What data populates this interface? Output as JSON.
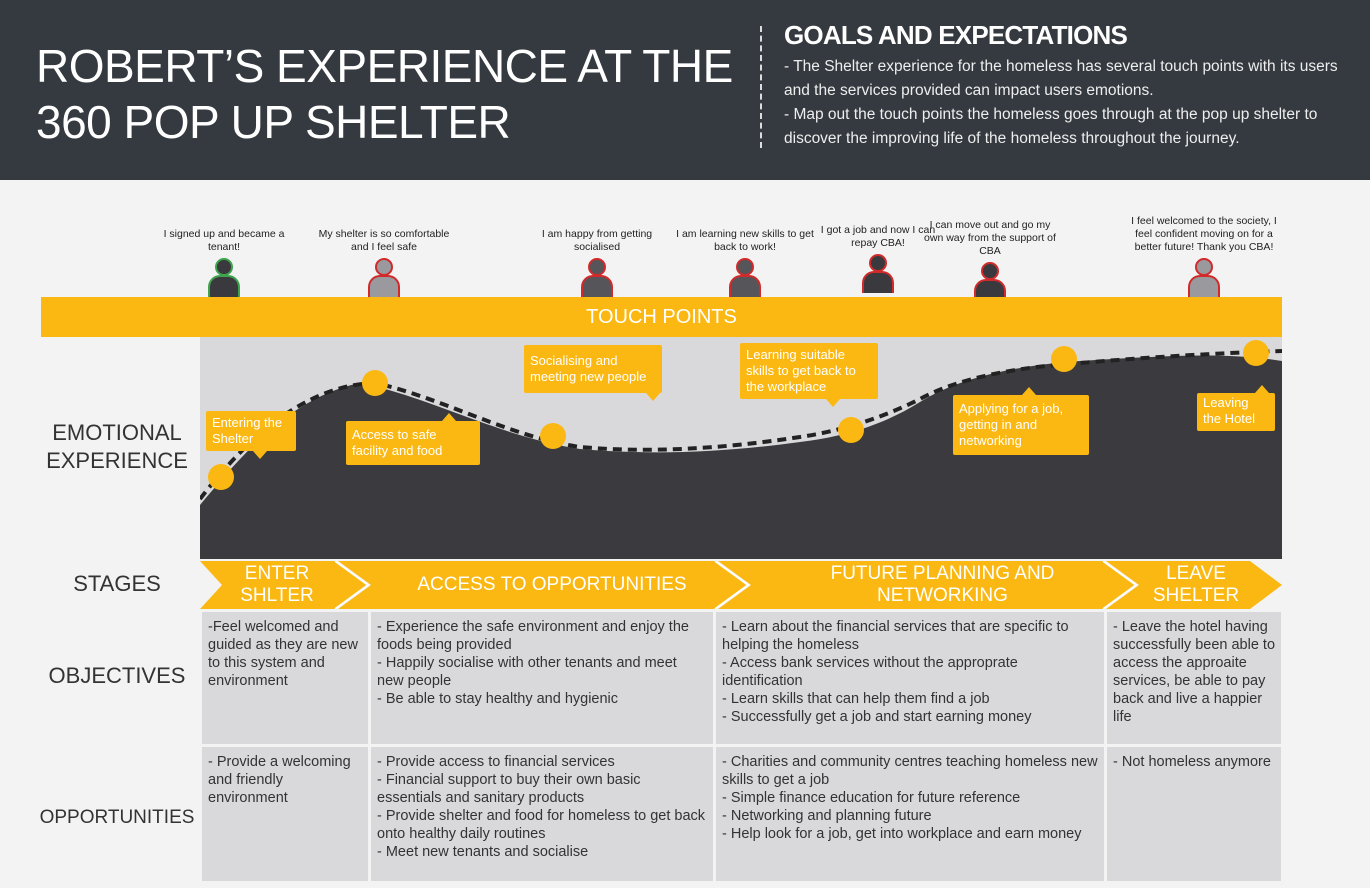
{
  "header": {
    "title": "ROBERT’S EXPERIENCE AT THE 360 POP UP SHELTER",
    "goals_title": "GOALS AND EXPECTATIONS",
    "goals_body": "- The Shelter experience for the homeless has several touch points with its users and the services provided can impact users emotions.\n- Map out the touch points the homeless goes through at the pop up shelter to discover the improving life of the homeless throughout the journey."
  },
  "personas": [
    {
      "quote": "I signed up and became a tenant!",
      "color": "#3a3a3e",
      "outline": "#3fa34d"
    },
    {
      "quote": "My shelter is so comfortable and I feel safe",
      "color": "#9a9a9e",
      "outline": "#d02a2a"
    },
    {
      "quote": "I am happy from getting socialised",
      "color": "#55555a",
      "outline": "#d02a2a"
    },
    {
      "quote": "I am learning new skills to get back to work!",
      "color": "#55555a",
      "outline": "#d02a2a"
    },
    {
      "quote": "I got a job and now I can repay CBA!",
      "color": "#3a3a3e",
      "outline": "#d02a2a"
    },
    {
      "quote": "I can move out and go my own way from the support of CBA",
      "color": "#3a3a3e",
      "outline": "#d02a2a"
    },
    {
      "quote": "I feel welcomed to the society, I feel confident moving on for a better future! Thank you CBA!",
      "color": "#9a9a9e",
      "outline": "#d02a2a"
    }
  ],
  "touch_points_label": "TOUCH POINTS",
  "row_labels": {
    "emotional": "EMOTIONAL EXPERIENCE",
    "stages": "STAGES",
    "objectives": "OBJECTIVES",
    "opportunities": "OPPORTUNITIES"
  },
  "touch_points": [
    "Entering the Shelter",
    "Access to safe facility and food",
    "Socialising and meeting new people",
    "Learning suitable skills to get back to the workplace",
    "Applying for a job, getting in and networking",
    "Leaving the Hotel"
  ],
  "stages": [
    "ENTER SHLTER",
    "ACCESS TO OPPORTUNITIES",
    "FUTURE PLANNING AND NETWORKING",
    "LEAVE SHELTER"
  ],
  "objectives": [
    "-Feel welcomed and guided as they are new to this system and environment",
    "- Experience the safe environment and enjoy the foods being provided\n- Happily socialise with other tenants and meet new people\n- Be able to stay healthy and hygienic",
    "- Learn about the financial services that are specific to helping the homeless\n- Access bank services without the approprate identification\n- Learn skills that can help them find a job\n- Successfully get a job and start earning money",
    "- Leave the hotel having successfully been able to access the approaite services, be able to pay back and live a happier life"
  ],
  "opportunities": [
    "- Provide a welcoming and friendly environment",
    "- Provide access to financial services\n- Financial support to buy their own basic essentials and sanitary products\n- Provide shelter and food for homeless to get back onto healthy daily routines\n- Meet new tenants and socialise",
    "- Charities and community centres teaching homeless new skills to get a job\n- Simple finance education for future reference\n- Networking and planning future\n- Help look for a job, get into workplace and earn money",
    "- Not homeless anymore"
  ],
  "colors": {
    "header_bg": "#353a40",
    "accent": "#fbb812",
    "curve_fill": "#3b3b3f",
    "panel": "#d9d9dc"
  }
}
